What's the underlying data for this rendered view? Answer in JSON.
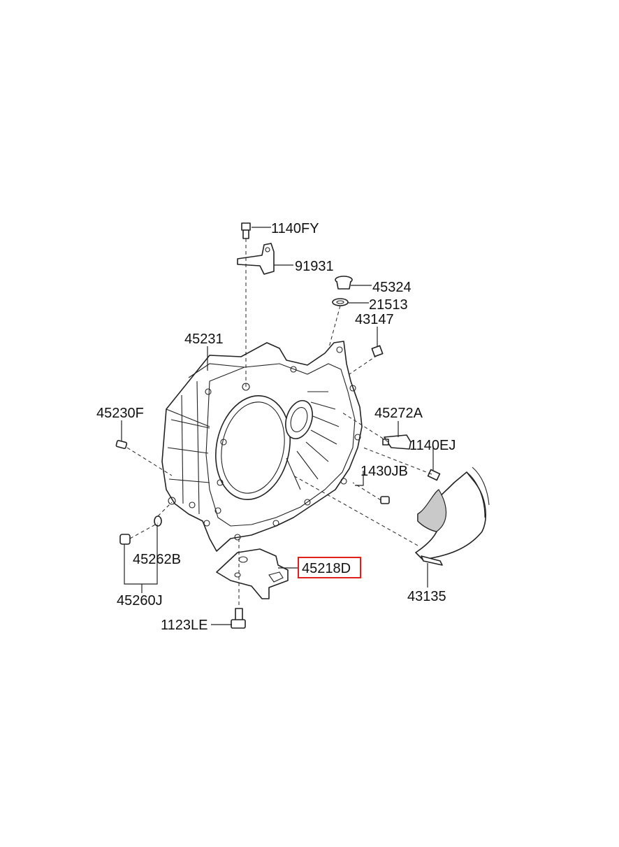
{
  "highlight_color": "#e0201b",
  "callouts": {
    "p1140FY": "1140FY",
    "p91931": "91931",
    "p45324": "45324",
    "p21513": "21513",
    "p43147": "43147",
    "p45231": "45231",
    "p45230F": "45230F",
    "p45272A": "45272A",
    "p1140EJ": "1140EJ",
    "p1430JB": "1430JB",
    "p45262B": "45262B",
    "p45260J": "45260J",
    "p45218D": "45218D",
    "p43135": "43135",
    "p1123LE": "1123LE"
  },
  "selected_part": "45218D"
}
